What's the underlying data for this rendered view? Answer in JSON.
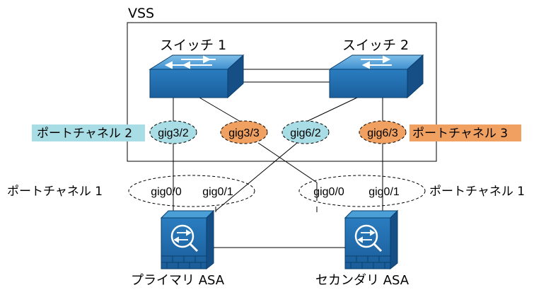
{
  "vss": {
    "label": "VSS"
  },
  "switches": [
    {
      "label": "スイッチ 1"
    },
    {
      "label": "スイッチ 2"
    }
  ],
  "switch_ports": [
    {
      "label": "gig3/2",
      "color": "#a8dde5"
    },
    {
      "label": "gig3/3",
      "color": "#f0a060"
    },
    {
      "label": "gig6/2",
      "color": "#a8dde5"
    },
    {
      "label": "gig6/3",
      "color": "#f0a060"
    }
  ],
  "port_channels": {
    "pc2": {
      "label": "ポートチャネル 2",
      "color": "#a8dde5"
    },
    "pc3": {
      "label": "ポートチャネル 3",
      "color": "#f0a060"
    },
    "pc1_left": {
      "label": "ポートチャネル 1"
    },
    "pc1_right": {
      "label": "ポートチャネル 1"
    }
  },
  "asa_ports": {
    "primary": [
      "gig0/0",
      "gig0/1"
    ],
    "secondary": [
      "gig0/0",
      "gig0/1"
    ]
  },
  "asas": [
    {
      "label": "プライマリ ASA"
    },
    {
      "label": "セカンダリ ASA"
    }
  ],
  "colors": {
    "device_blue": "#1f6fae",
    "device_dark": "#0a3f6e",
    "device_light": "#4a9fd6"
  }
}
